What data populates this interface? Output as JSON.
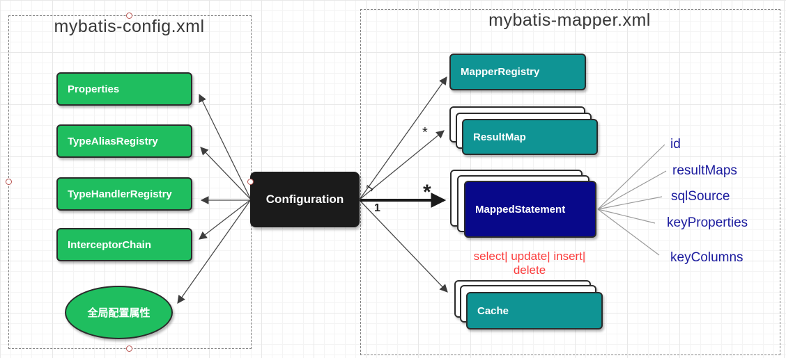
{
  "diagram_type": "mybatis-architecture-diagram",
  "colors": {
    "green_node": "#1fbe5f",
    "teal_node": "#0f9494",
    "navy_node": "#08088a",
    "black_node": "#1b1b1b",
    "red_text": "#fb3b3b",
    "blue_text": "#1b1b9e",
    "handle_stroke": "#b85450"
  },
  "config_group": {
    "title": "mybatis-config.xml",
    "items": [
      {
        "label": "Properties"
      },
      {
        "label": "TypeAliasRegistry"
      },
      {
        "label": "TypeHandlerRegistry"
      },
      {
        "label": "InterceptorChain"
      }
    ],
    "ellipse_label": "全局配置属性"
  },
  "configuration": {
    "label": "Configuration"
  },
  "mapper_group": {
    "title": "mybatis-mapper.xml",
    "mapper_registry": "MapperRegistry",
    "result_map": "ResultMap",
    "mapped_statement": "MappedStatement",
    "cache": "Cache",
    "statement_types": "select| update| insert| delete",
    "properties": [
      "id",
      "resultMaps",
      "sqlSource",
      "keyProperties",
      "keyColumns"
    ]
  },
  "edge_labels": {
    "result_map_source": "1",
    "result_map_target": "*",
    "mapped_statement_source": "1",
    "mapped_statement_target": "*"
  }
}
